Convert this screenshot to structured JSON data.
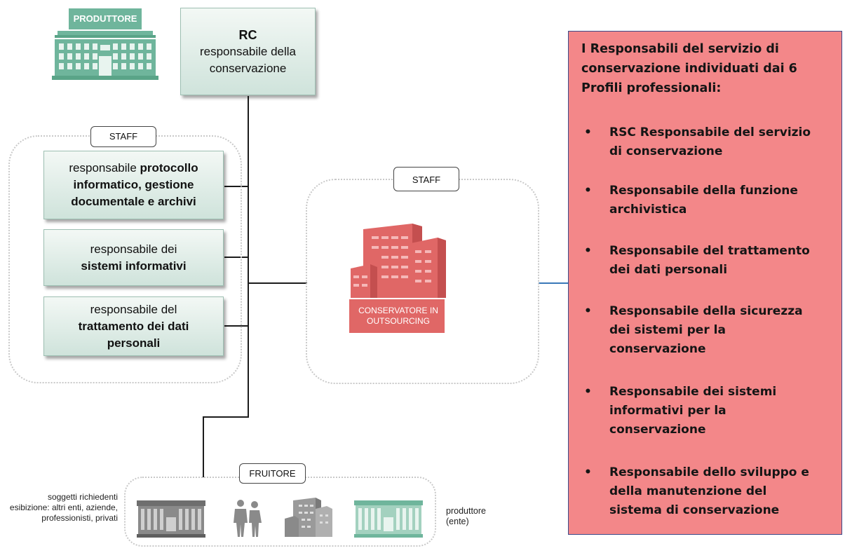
{
  "produttore_label": "PRODUTTORE",
  "rc": {
    "title": "RC",
    "subtitle": "responsabile della conservazione"
  },
  "left_staff": {
    "tag": "STAFF",
    "boxes": [
      {
        "pre": "responsabile ",
        "bold": "protocollo informatico, gestione documentale e archivi"
      },
      {
        "pre": "responsabile dei",
        "bold": "sistemi informativi"
      },
      {
        "pre": "responsabile del",
        "bold": "trattamento dei dati personali"
      }
    ]
  },
  "right_staff": {
    "tag": "STAFF",
    "building_label": "CONSERVATORE IN OUTSOURCING"
  },
  "fruitore": {
    "tag": "FRUITORE",
    "left_text": "soggetti richiedenti esibizione: altri enti, aziende, professionisti, privati",
    "right_text": "produttore (ente)"
  },
  "panel": {
    "intro": "I Responsabili del servizio di conservazione individuati dai 6 Profili professionali:",
    "items": [
      "RSC Responsabile del servizio di conservazione",
      "Responsabile della funzione archivistica",
      "Responsabile del trattamento dei dati personali",
      "Responsabile della sicurezza dei sistemi per la conservazione",
      "Responsabile dei sistemi informativi per la conservazione",
      "Responsabile dello sviluppo e della manutenzione del sistema di conservazione"
    ],
    "bullet": "•"
  },
  "colors": {
    "green_box": "#cfe3db",
    "produttore_building": "#6fb59c",
    "conservatore_building": "#e06766",
    "panel_bg": "#f38789",
    "panel_border": "#3a4a8a",
    "connector_blue": "#3a78b8"
  }
}
